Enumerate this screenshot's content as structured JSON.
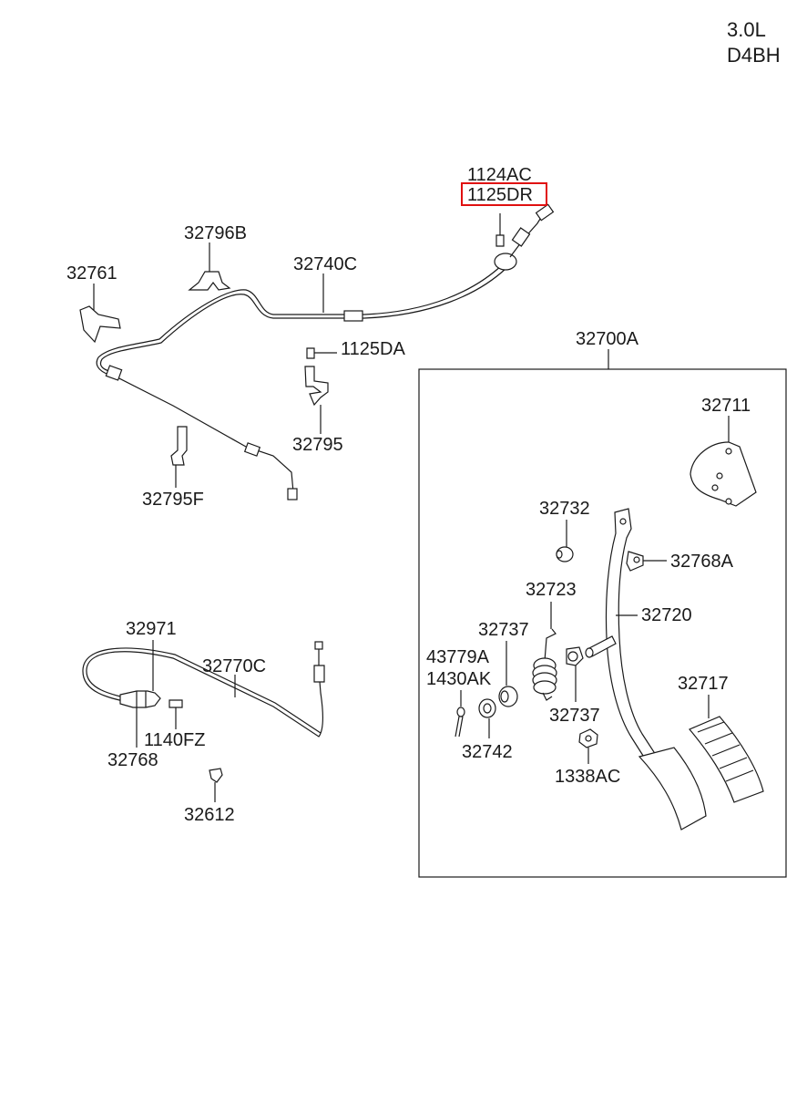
{
  "engine": {
    "line1": "3.0L",
    "line2": "D4BH"
  },
  "labels": {
    "p1124AC": "1124AC",
    "p1125DR": "1125DR",
    "p32796B": "32796B",
    "p32740C": "32740C",
    "p32761": "32761",
    "p1125DA": "1125DA",
    "p32795": "32795",
    "p32795F": "32795F",
    "p32700A": "32700A",
    "p32711": "32711",
    "p32732": "32732",
    "p32768A": "32768A",
    "p32723": "32723",
    "p32720": "32720",
    "p32737a": "32737",
    "p43779A": "43779A",
    "p1430AK": "1430AK",
    "p32737b": "32737",
    "p32717": "32717",
    "p32742": "32742",
    "p1338AC": "1338AC",
    "p32971": "32971",
    "p32770C": "32770C",
    "p1140FZ": "1140FZ",
    "p32768": "32768",
    "p32612": "32612"
  },
  "highlight": {
    "part": "1125DR",
    "color": "#e01010"
  }
}
